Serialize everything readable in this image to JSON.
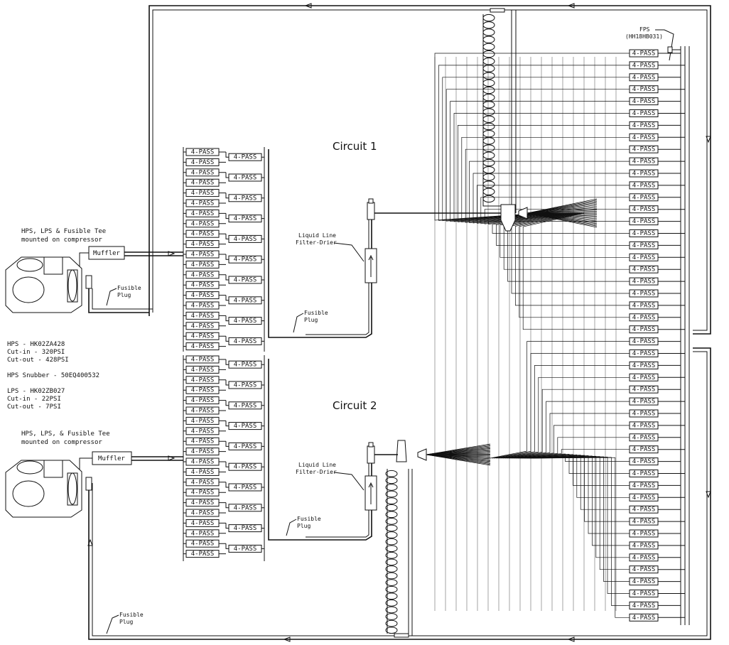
{
  "pass_label": "4-PASS",
  "labels": {
    "circuit1": "Circuit 1",
    "circuit2": "Circuit 2",
    "fps_line1": "FPS",
    "fps_line2": "(HH18HB031)",
    "hps_tee_1a": "HPS, LPS & Fusible Tee",
    "hps_tee_1b": "mounted on compressor",
    "hps_tee_2a": "HPS, LPS, & Fusible Tee",
    "hps_tee_2b": "mounted on compressor",
    "muffler": "Muffler",
    "filter_drier_a": "Liquid Line",
    "filter_drier_b": "Filter-Drier",
    "fusible": "Fusible",
    "plug": "Plug"
  },
  "specs": [
    "HPS  - HK02ZA428",
    "       Cut-in  - 320PSI",
    "       Cut-out - 428PSI",
    "",
    "HPS Snubber - 50EQ400532",
    "",
    "LPS  - HK02ZB027",
    "       Cut-in  - 22PSI",
    "       Cut-out - 7PSI"
  ]
}
